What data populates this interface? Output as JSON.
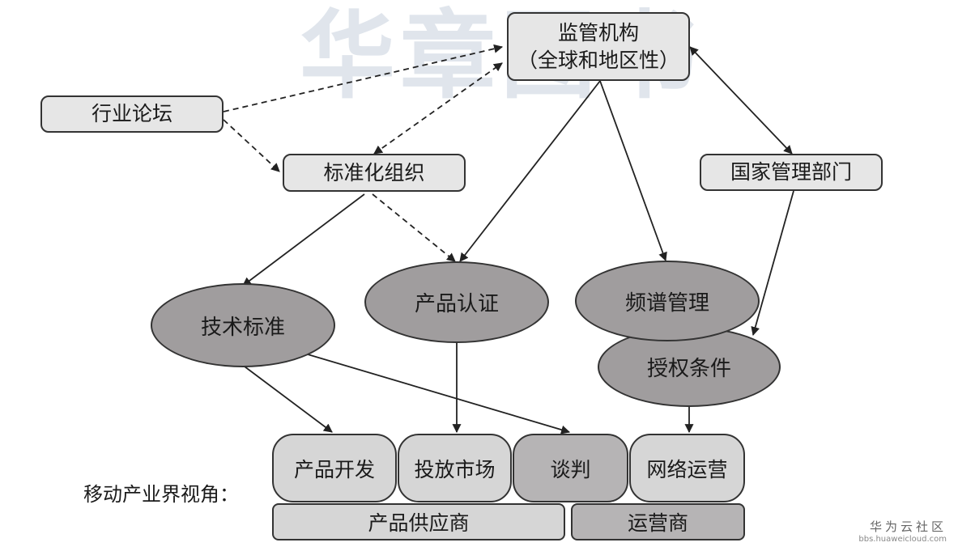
{
  "watermark": "华章图书",
  "nodes": {
    "regulator_line1": "监管机构",
    "regulator_line2": "（全球和地区性）",
    "forum": "行业论坛",
    "standards_org": "标准化组织",
    "national_dept": "国家管理部门",
    "tech_standard": "技术标准",
    "product_cert": "产品认证",
    "spectrum_mgmt": "频谱管理",
    "license_terms": "授权条件"
  },
  "industry": {
    "label": "移动产业界视角：",
    "activities": [
      "产品开发",
      "投放市场",
      "谈判",
      "网络运营"
    ],
    "parties": [
      "产品供应商",
      "运营商"
    ]
  },
  "branding": {
    "name": "华为云社区",
    "url": "bbs.huaweicloud.com"
  },
  "colors": {
    "box_fill": "#e6e6e6",
    "ellipse_fill": "#a09d9e",
    "pill_fill": "#d6d6d6",
    "outline": "#333333"
  }
}
